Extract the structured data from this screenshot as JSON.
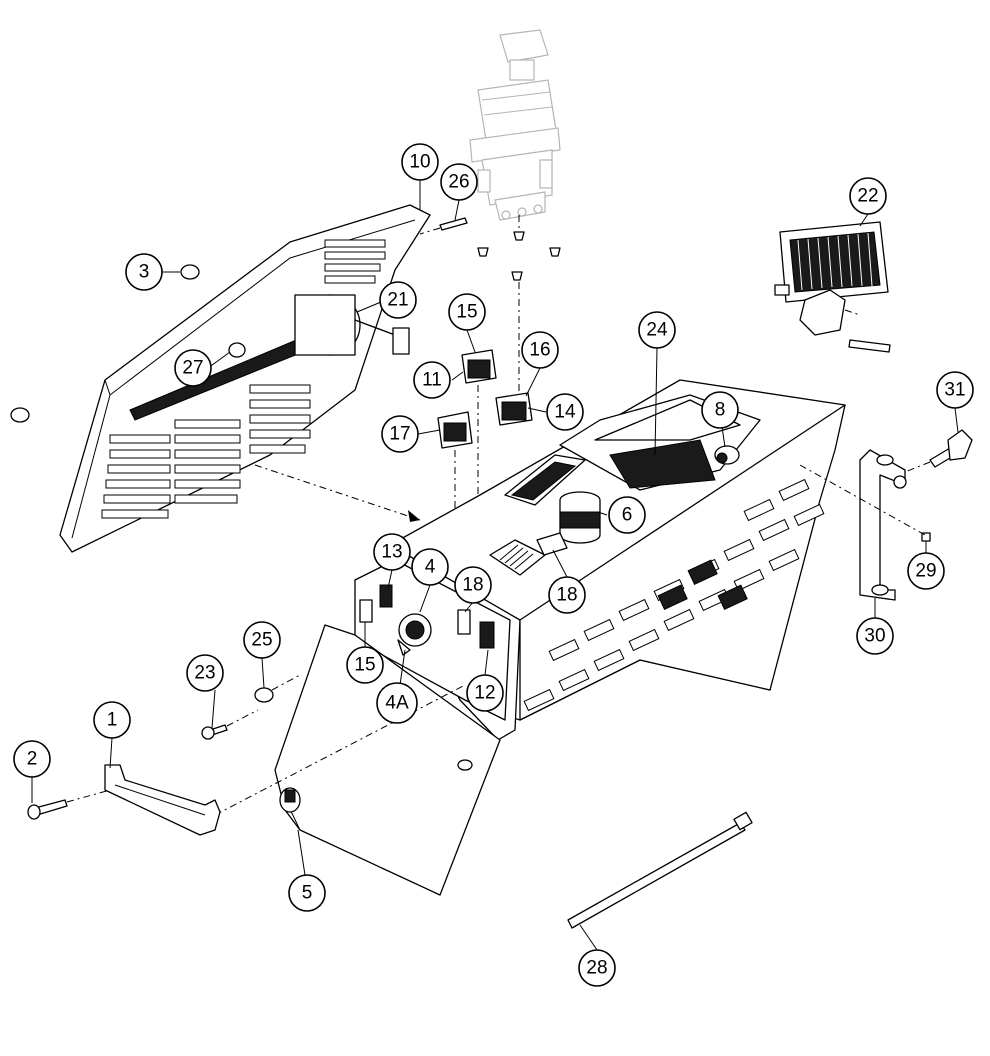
{
  "callouts": [
    {
      "label": "1"
    },
    {
      "label": "2"
    },
    {
      "label": "3"
    },
    {
      "label": "4"
    },
    {
      "label": "4A"
    },
    {
      "label": "5"
    },
    {
      "label": "6"
    },
    {
      "label": "8"
    },
    {
      "label": "10"
    },
    {
      "label": "11"
    },
    {
      "label": "12"
    },
    {
      "label": "13"
    },
    {
      "label": "14"
    },
    {
      "label": "15"
    },
    {
      "label": "15"
    },
    {
      "label": "16"
    },
    {
      "label": "17"
    },
    {
      "label": "18"
    },
    {
      "label": "18"
    },
    {
      "label": "21"
    },
    {
      "label": "22"
    },
    {
      "label": "23"
    },
    {
      "label": "24"
    },
    {
      "label": "25"
    },
    {
      "label": "26"
    },
    {
      "label": "27"
    },
    {
      "label": "28"
    },
    {
      "label": "29"
    },
    {
      "label": "30"
    },
    {
      "label": "31"
    }
  ]
}
